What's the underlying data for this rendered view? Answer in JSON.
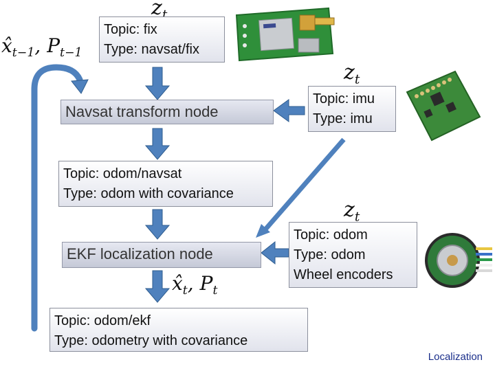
{
  "boxes": {
    "fix": {
      "topic": "Topic: fix",
      "type": "Type: navsat/fix"
    },
    "imu": {
      "topic": "Topic: imu",
      "type": "Type: imu"
    },
    "odom_navsat": {
      "topic": "Topic: odom/navsat",
      "type": "Type: odom with covariance"
    },
    "odom": {
      "topic": "Topic: odom",
      "type": "Type: odom",
      "extra": "Wheel encoders"
    },
    "ekf": {
      "topic": "Topic: odom/ekf",
      "type": "Type: odometry with covariance"
    }
  },
  "nodes": {
    "navsat_transform": "Navsat transform node",
    "ekf_localization": "EKF localization node"
  },
  "math": {
    "z_symbol": "z",
    "z_subscript": "t",
    "prior_x": "x̂",
    "prior_x_sub": "t−1",
    "prior_p": "P",
    "prior_p_sub": "t−1",
    "post_x": "x̂",
    "post_x_sub": "t",
    "post_p": "P",
    "post_p_sub": "t"
  },
  "footer": "Localization",
  "colors": {
    "arrow_fill": "#4f81bd",
    "arrow_stroke": "#2f5d8f",
    "box_border": "#8b8f9c"
  },
  "icons": [
    "gps-module-icon",
    "imu-board-icon",
    "wheel-encoder-icon"
  ]
}
